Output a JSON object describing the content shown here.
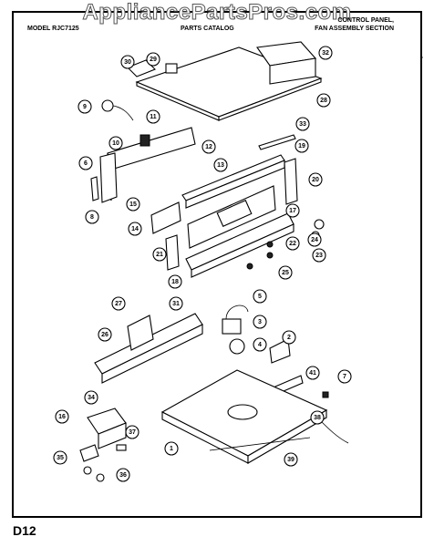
{
  "watermark": "AppliancePartsPros.com",
  "header": {
    "left": "MODEL RJC7125",
    "middle": "PARTS CATALOG",
    "right_line1": "CONTROL PANEL,",
    "right_line2": "FAN ASSEMBLY SECTION"
  },
  "corner_mark": "-",
  "page_code": "D12",
  "callouts": [
    "30",
    "29",
    "32",
    "28",
    "9",
    "11",
    "33",
    "10",
    "12",
    "19",
    "13",
    "6",
    "20",
    "15",
    "8",
    "14",
    "17",
    "22",
    "24",
    "23",
    "21",
    "25",
    "18",
    "5",
    "27",
    "31",
    "3",
    "26",
    "2",
    "4",
    "41",
    "7",
    "34",
    "16",
    "38",
    "37",
    "1",
    "35",
    "36",
    "39"
  ]
}
